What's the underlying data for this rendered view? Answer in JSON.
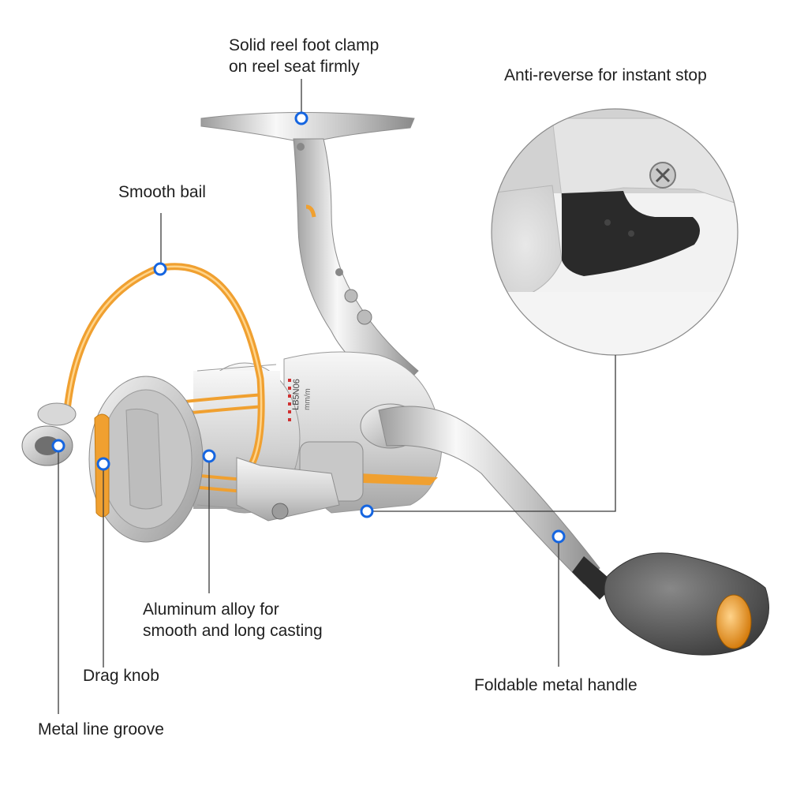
{
  "labels": {
    "reel_foot": {
      "line1": "Solid reel foot clamp",
      "line2": "on reel seat firmly"
    },
    "anti_reverse": "Anti-reverse for instant stop",
    "bail": "Smooth bail",
    "aluminum": {
      "line1": "Aluminum alloy for",
      "line2": "smooth and long casting"
    },
    "drag_knob": "Drag knob",
    "handle": "Foldable metal handle",
    "line_groove": "Metal line groove"
  },
  "spool_print": {
    "model": "LB5N06",
    "detail": "mm/m"
  },
  "colors": {
    "accent_orange": "#f0a030",
    "marker_blue": "#1565e0",
    "leader_line": "#3a3a3a",
    "body_silver": "#dcdcdc",
    "handle_knob": "#5a5a5a"
  }
}
